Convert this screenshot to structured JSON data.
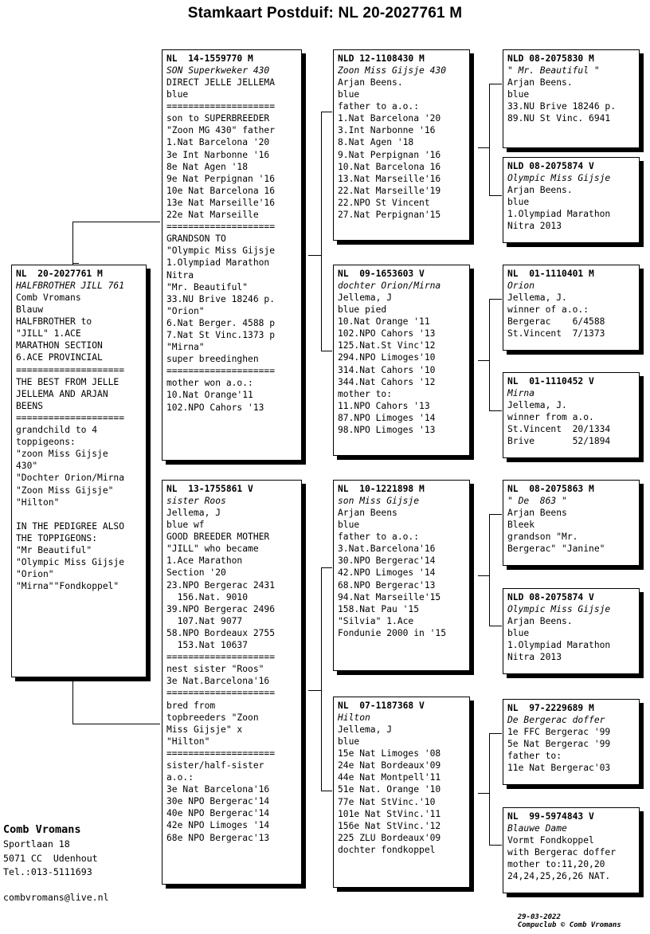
{
  "header": {
    "title": "Stamkaart Postduif: NL  20-2027761 M"
  },
  "owner": {
    "name": "Comb Vromans",
    "street": "Sportlaan 18",
    "city": "5071 CC  Udenhout",
    "phone": "Tel.:013-5111693",
    "email": "combvromans@live.nl"
  },
  "credits": {
    "date": "29-03-2022",
    "software": "Compuclub © Comb Vromans"
  },
  "boxes": {
    "subject": {
      "ring": "NL  20-2027761 M",
      "nickname": "HALFBROTHER JILL 761",
      "body": "Comb Vromans\nBlauw\nHALFBROTHER to\n\"JILL\" 1.ACE\nMARATHON SECTION\n6.ACE PROVINCIAL\n====================\nTHE BEST FROM JELLE\nJELLEMA AND ARJAN\nBEENS\n====================\ngrandchild to 4\ntoppigeons:\n\"zoon Miss Gijsje\n430\"\n\"Dochter Orion/Mirna\n\"Zoon Miss Gijsje\"\n\"Hilton\"\n\nIN THE PEDIGREE ALSO\nTHE TOPPIGEONS:\n\"Mr Beautiful\"\n\"Olympic Miss Gijsje\n\"Orion\"\n\"Mirna\"\"Fondkoppel\""
    },
    "father": {
      "ring": "NL  14-1559770 M",
      "nickname": "SON Superkweker 430",
      "body": "DIRECT JELLE JELLEMA\nblue\n====================\nson to SUPERBREEDER\n\"Zoon MG 430\" father\n1.Nat Barcelona '20\n3e Int Narbonne '16\n8e Nat Agen '18\n9e Nat Perpignan '16\n10e Nat Barcelona 16\n13e Nat Marseille'16\n22e Nat Marseille\n====================\nGRANDSON TO\n\"Olympic Miss Gijsje\n1.Olympiad Marathon\nNitra\n\"Mr. Beautiful\"\n33.NU Brive 18246 p.\n\"Orion\"\n6.Nat Berger. 4588 p\n7.Nat St Vinc.1373 p\n\"Mirna\"\nsuper breedinghen\n====================\nmother won a.o.:\n10.Nat Orange'11\n102.NPO Cahors '13"
    },
    "mother": {
      "ring": "NL  13-1755861 V",
      "nickname": "sister Roos",
      "body": "Jellema, J\nblue wf\nGOOD BREEDER MOTHER\n\"JILL\" who became\n1.Ace Marathon\nSection '20\n23.NPO Bergerac 2431\n  156.Nat. 9010\n39.NPO Bergerac 2496\n  107.Nat 9077\n58.NPO Bordeaux 2755\n  153.Nat 10637\n====================\nnest sister \"Roos\"\n3e Nat.Barcelona'16\n====================\nbred from\ntopbreeders \"Zoon\nMiss Gijsje\" x\n\"Hilton\"\n====================\nsister/half-sister\na.o.:\n3e Nat Barcelona'16\n30e NPO Bergerac'14\n40e NPO Bergerac'14\n42e NPO Limoges '14\n68e NPO Bergerac'13"
    },
    "ff": {
      "ring": "NLD 12-1108430 M",
      "nickname": "Zoon Miss Gijsje 430",
      "body": "Arjan Beens.\nblue\nfather to a.o.:\n1.Nat Barcelona '20\n3.Int Narbonne '16\n8.Nat Agen '18\n9.Nat Perpignan '16\n10.Nat Barcelona 16\n13.Nat Marseille'16\n22.Nat Marseille'19\n22.NPO St Vincent\n27.Nat Perpignan'15"
    },
    "fm": {
      "ring": "NL  09-1653603 V",
      "nickname": "dochter Orion/Mirna",
      "body": "Jellema, J\nblue pied\n10.Nat Orange '11\n102.NPO Cahors '13\n125.Nat.St Vinc'12\n294.NPO Limoges'10\n314.Nat Cahors '10\n344.Nat Cahors '12\nmother to:\n11.NPO Cahors '13\n87.NPO Limoges '14\n98.NPO Limoges '13"
    },
    "mf": {
      "ring": "NL  10-1221898 M",
      "nickname": "son Miss Gijsje",
      "body": "Arjan Beens\nblue\nfather to a.o.:\n3.Nat.Barcelona'16\n30.NPO Bergerac'14\n42.NPO Limoges '14\n68.NPO Bergerac'13\n94.Nat Marseille'15\n158.Nat Pau '15\n\"Silvia\" 1.Ace\nFondunie 2000 in '15"
    },
    "mm": {
      "ring": "NL  07-1187368 V",
      "nickname": "Hilton",
      "body": "Jellema, J\nblue\n15e Nat Limoges '08\n24e Nat Bordeaux'09\n44e Nat Montpell'11\n51e Nat. Orange '10\n77e Nat StVinc.'10\n101e Nat StVinc.'11\n156e Nat StVinc.'12\n225 ZLU Bordeaux'09\ndochter fondkoppel"
    },
    "fff": {
      "ring": "NLD 08-2075830 M",
      "nickname": "\" Mr. Beautiful \"",
      "body": "Arjan Beens.\nblue\n33.NU Brive 18246 p.\n89.NU St Vinc. 6941"
    },
    "ffm": {
      "ring": "NLD 08-2075874 V",
      "nickname": "Olympic Miss Gijsje",
      "body": "Arjan Beens.\nblue\n1.Olympiad Marathon\nNitra 2013"
    },
    "fmf": {
      "ring": "NL  01-1110401 M",
      "nickname": "Orion",
      "body": "Jellema, J.\nwinner of a.o.:\nBergerac    6/4588\nSt.Vincent  7/1373"
    },
    "fmm": {
      "ring": "NL  01-1110452 V",
      "nickname": "Mirna",
      "body": "Jellema, J.\nwinner from a.o.\nSt.Vincent  20/1334\nBrive       52/1894"
    },
    "mff": {
      "ring": "NL  08-2075863 M",
      "nickname": "\" De  863 \"",
      "body": "Arjan Beens\nBleek\ngrandson \"Mr.\nBergerac\" \"Janine\""
    },
    "mfm": {
      "ring": "NLD 08-2075874 V",
      "nickname": "Olympic Miss Gijsje",
      "body": "Arjan Beens.\nblue\n1.Olympiad Marathon\nNitra 2013"
    },
    "mmf": {
      "ring": "NL  97-2229689 M",
      "nickname": "De Bergerac doffer",
      "body": "1e FFC Bergerac '99\n5e Nat Bergerac '99\nfather to:\n11e Nat Bergerac'03"
    },
    "mmm": {
      "ring": "NL  99-5974843 V",
      "nickname": "Blauwe Dame",
      "body": "Vormt Fondkoppel\nwith Bergerac doffer\nmother to:11,20,20\n24,24,25,26,26 NAT."
    }
  }
}
